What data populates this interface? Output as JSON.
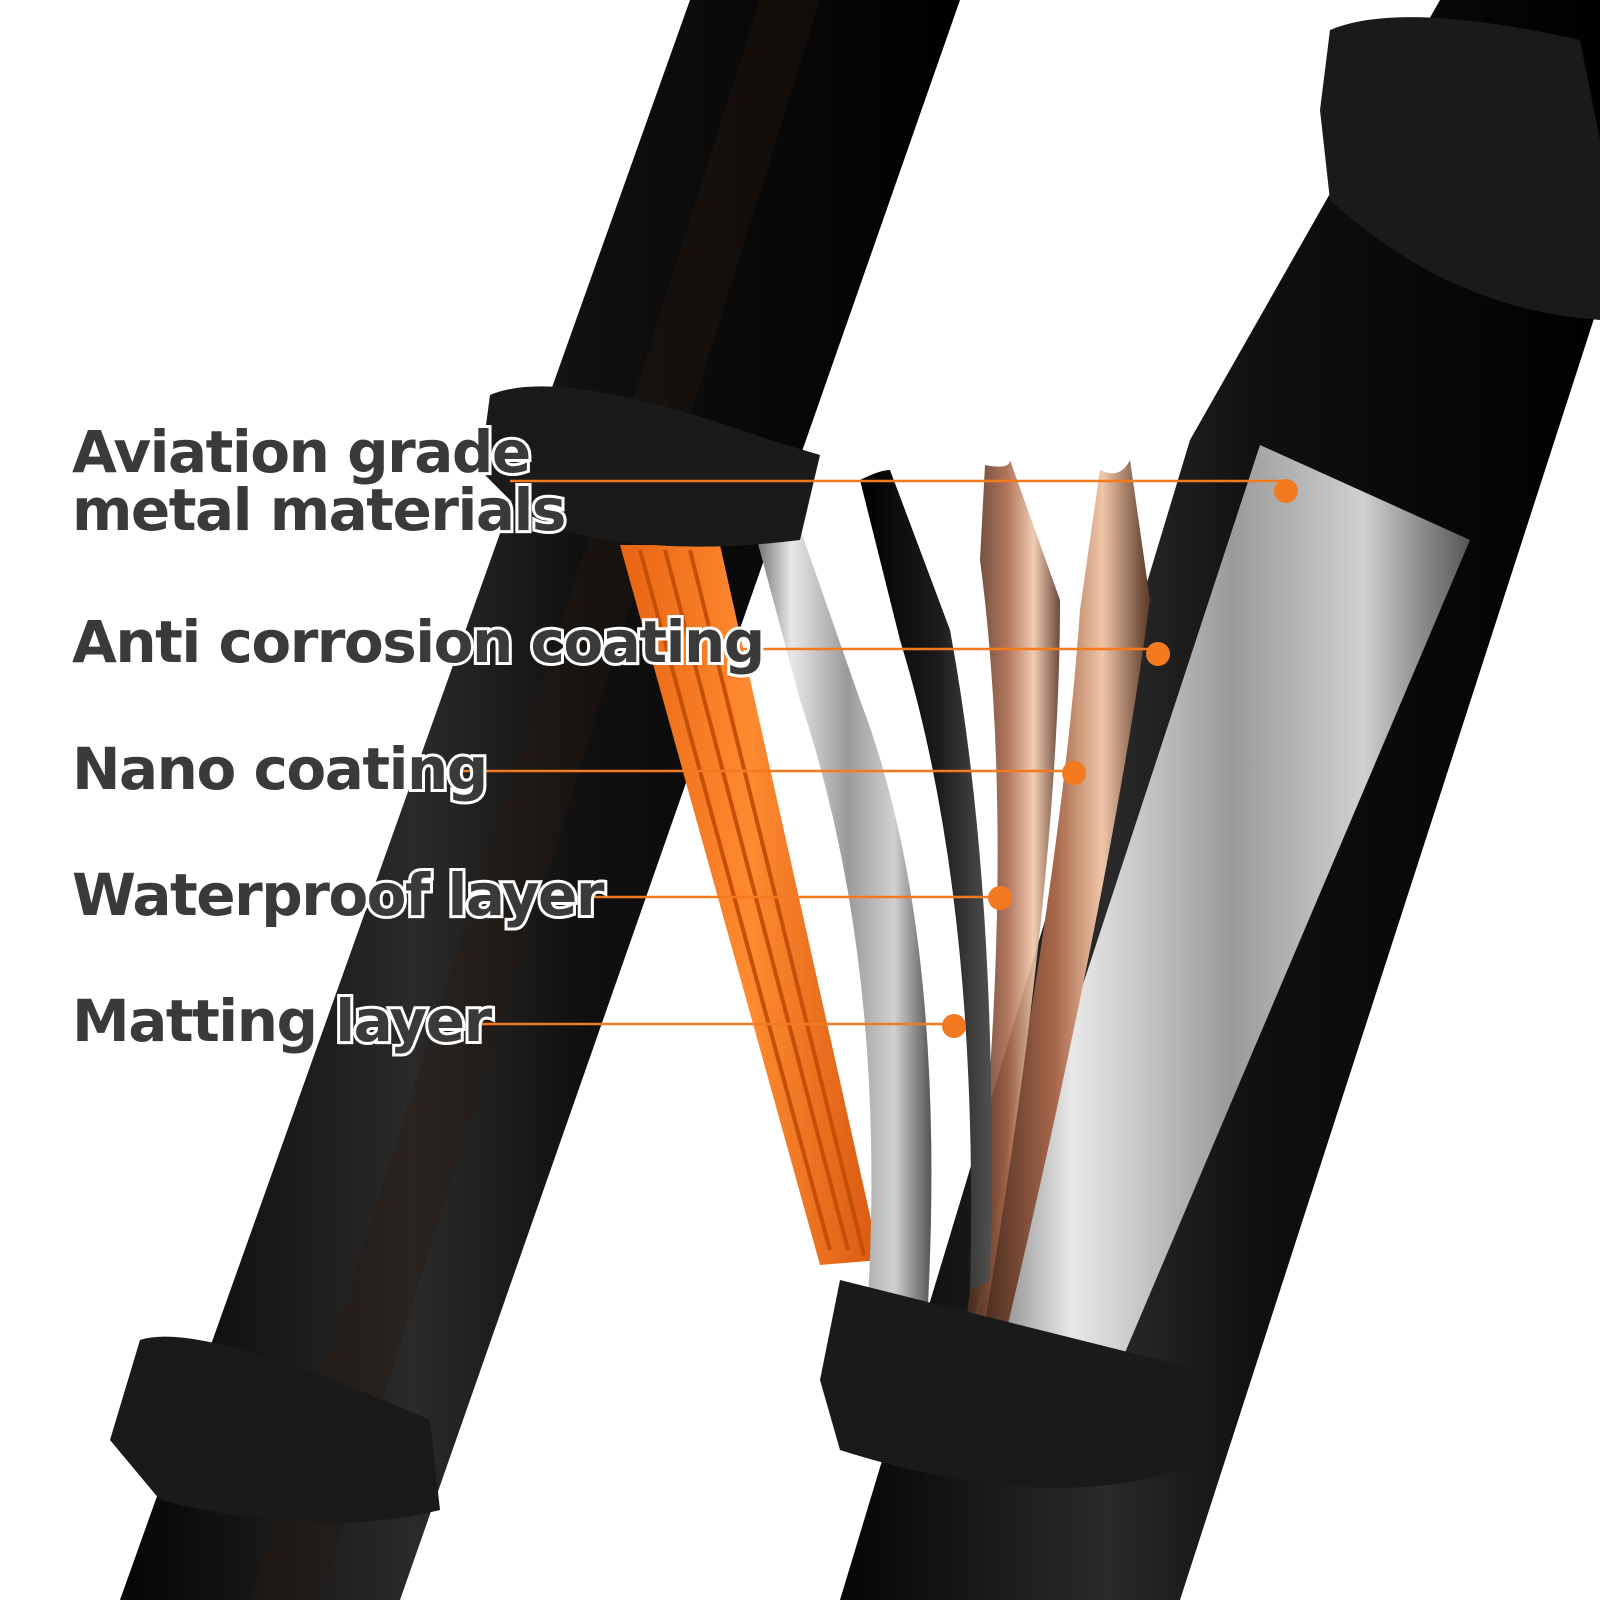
{
  "labels": [
    {
      "id": "aviation",
      "lines": [
        "Aviation grade",
        "metal materials"
      ]
    },
    {
      "id": "anti_corrosion",
      "lines": [
        "Anti corrosion coating"
      ]
    },
    {
      "id": "nano",
      "lines": [
        "Nano coating"
      ]
    },
    {
      "id": "waterproof",
      "lines": [
        "Waterproof layer"
      ]
    },
    {
      "id": "matting",
      "lines": [
        "Matting layer"
      ]
    }
  ],
  "colors": {
    "accent": "#f47a20",
    "tube": "#141414",
    "text": "#3a3a3a",
    "background": "#ffffff"
  },
  "icons": {
    "callout_marker": "orange-dot"
  }
}
